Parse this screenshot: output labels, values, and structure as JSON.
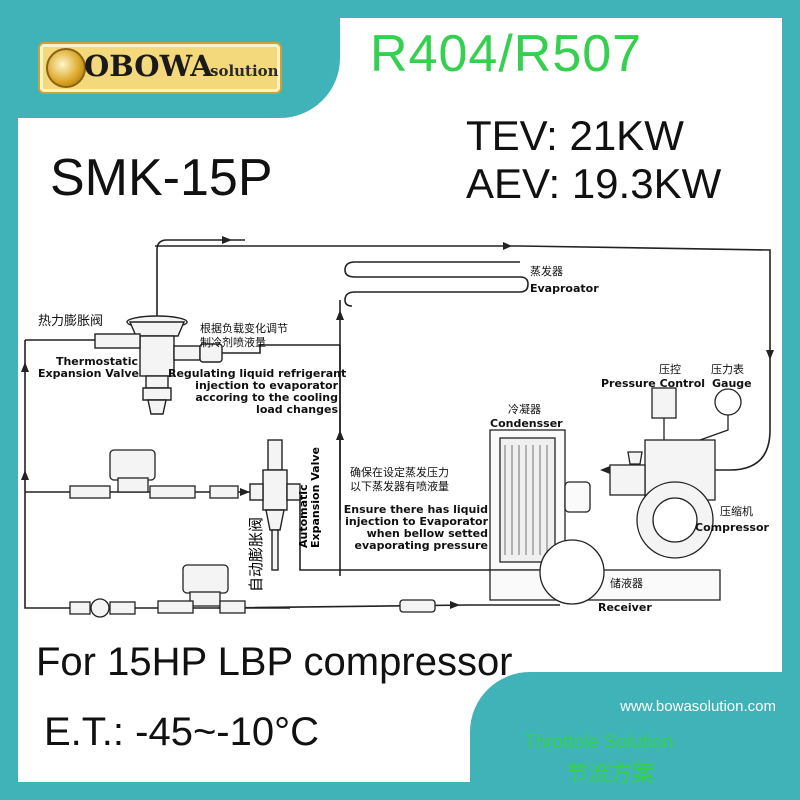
{
  "brand": {
    "logo_main": "OBOWA",
    "logo_sub": "solution",
    "url": "www.bowasolution.com"
  },
  "header": {
    "refrigerant": "R404/R507",
    "tev_capacity": "TEV: 21KW",
    "aev_capacity": "AEV: 19.3KW",
    "model": "SMK-15P"
  },
  "footer": {
    "application": "For 15HP LBP compressor",
    "evap_temp": "E.T.: -45~-10°C",
    "solution_en": "Throttole Solution",
    "solution_cn": "节流方案"
  },
  "diagram": {
    "tev_cn": "热力膨胀阀",
    "tev_en": "Thermostatic\nExpansion Valve",
    "regulating_cn": "根据负载变化调节\n制冷剂喷液量",
    "regulating_en": "Regulating liquid refrigerant\ninjection to evaporator\naccoring to the cooling\nload changes",
    "evaporator_cn": "蒸发器",
    "evaporator_en": "Evaproator",
    "aev_cn": "自动膨胀阀",
    "aev_en": "Automatic\nExpansion Valve",
    "ensure_cn": "确保在设定蒸发压力\n以下蒸发器有喷液量",
    "ensure_en": "Ensure there has liquid\ninjection to Evaporator\nwhen bellow setted\nevaporating pressure",
    "condenser_cn": "冷凝器",
    "condenser_en": "Condensser",
    "pressure_control_cn": "压控",
    "pressure_control_en": "Pressure Control",
    "gauge_cn": "压力表",
    "gauge_en": "Gauge",
    "compressor_cn": "压缩机",
    "compressor_en": "Compressor",
    "receiver_cn": "储液器",
    "receiver_en": "Receiver"
  },
  "colors": {
    "accent_teal": "#3fb3b7",
    "green_text": "#35d04f",
    "logo_gold": "#f3d87c"
  }
}
